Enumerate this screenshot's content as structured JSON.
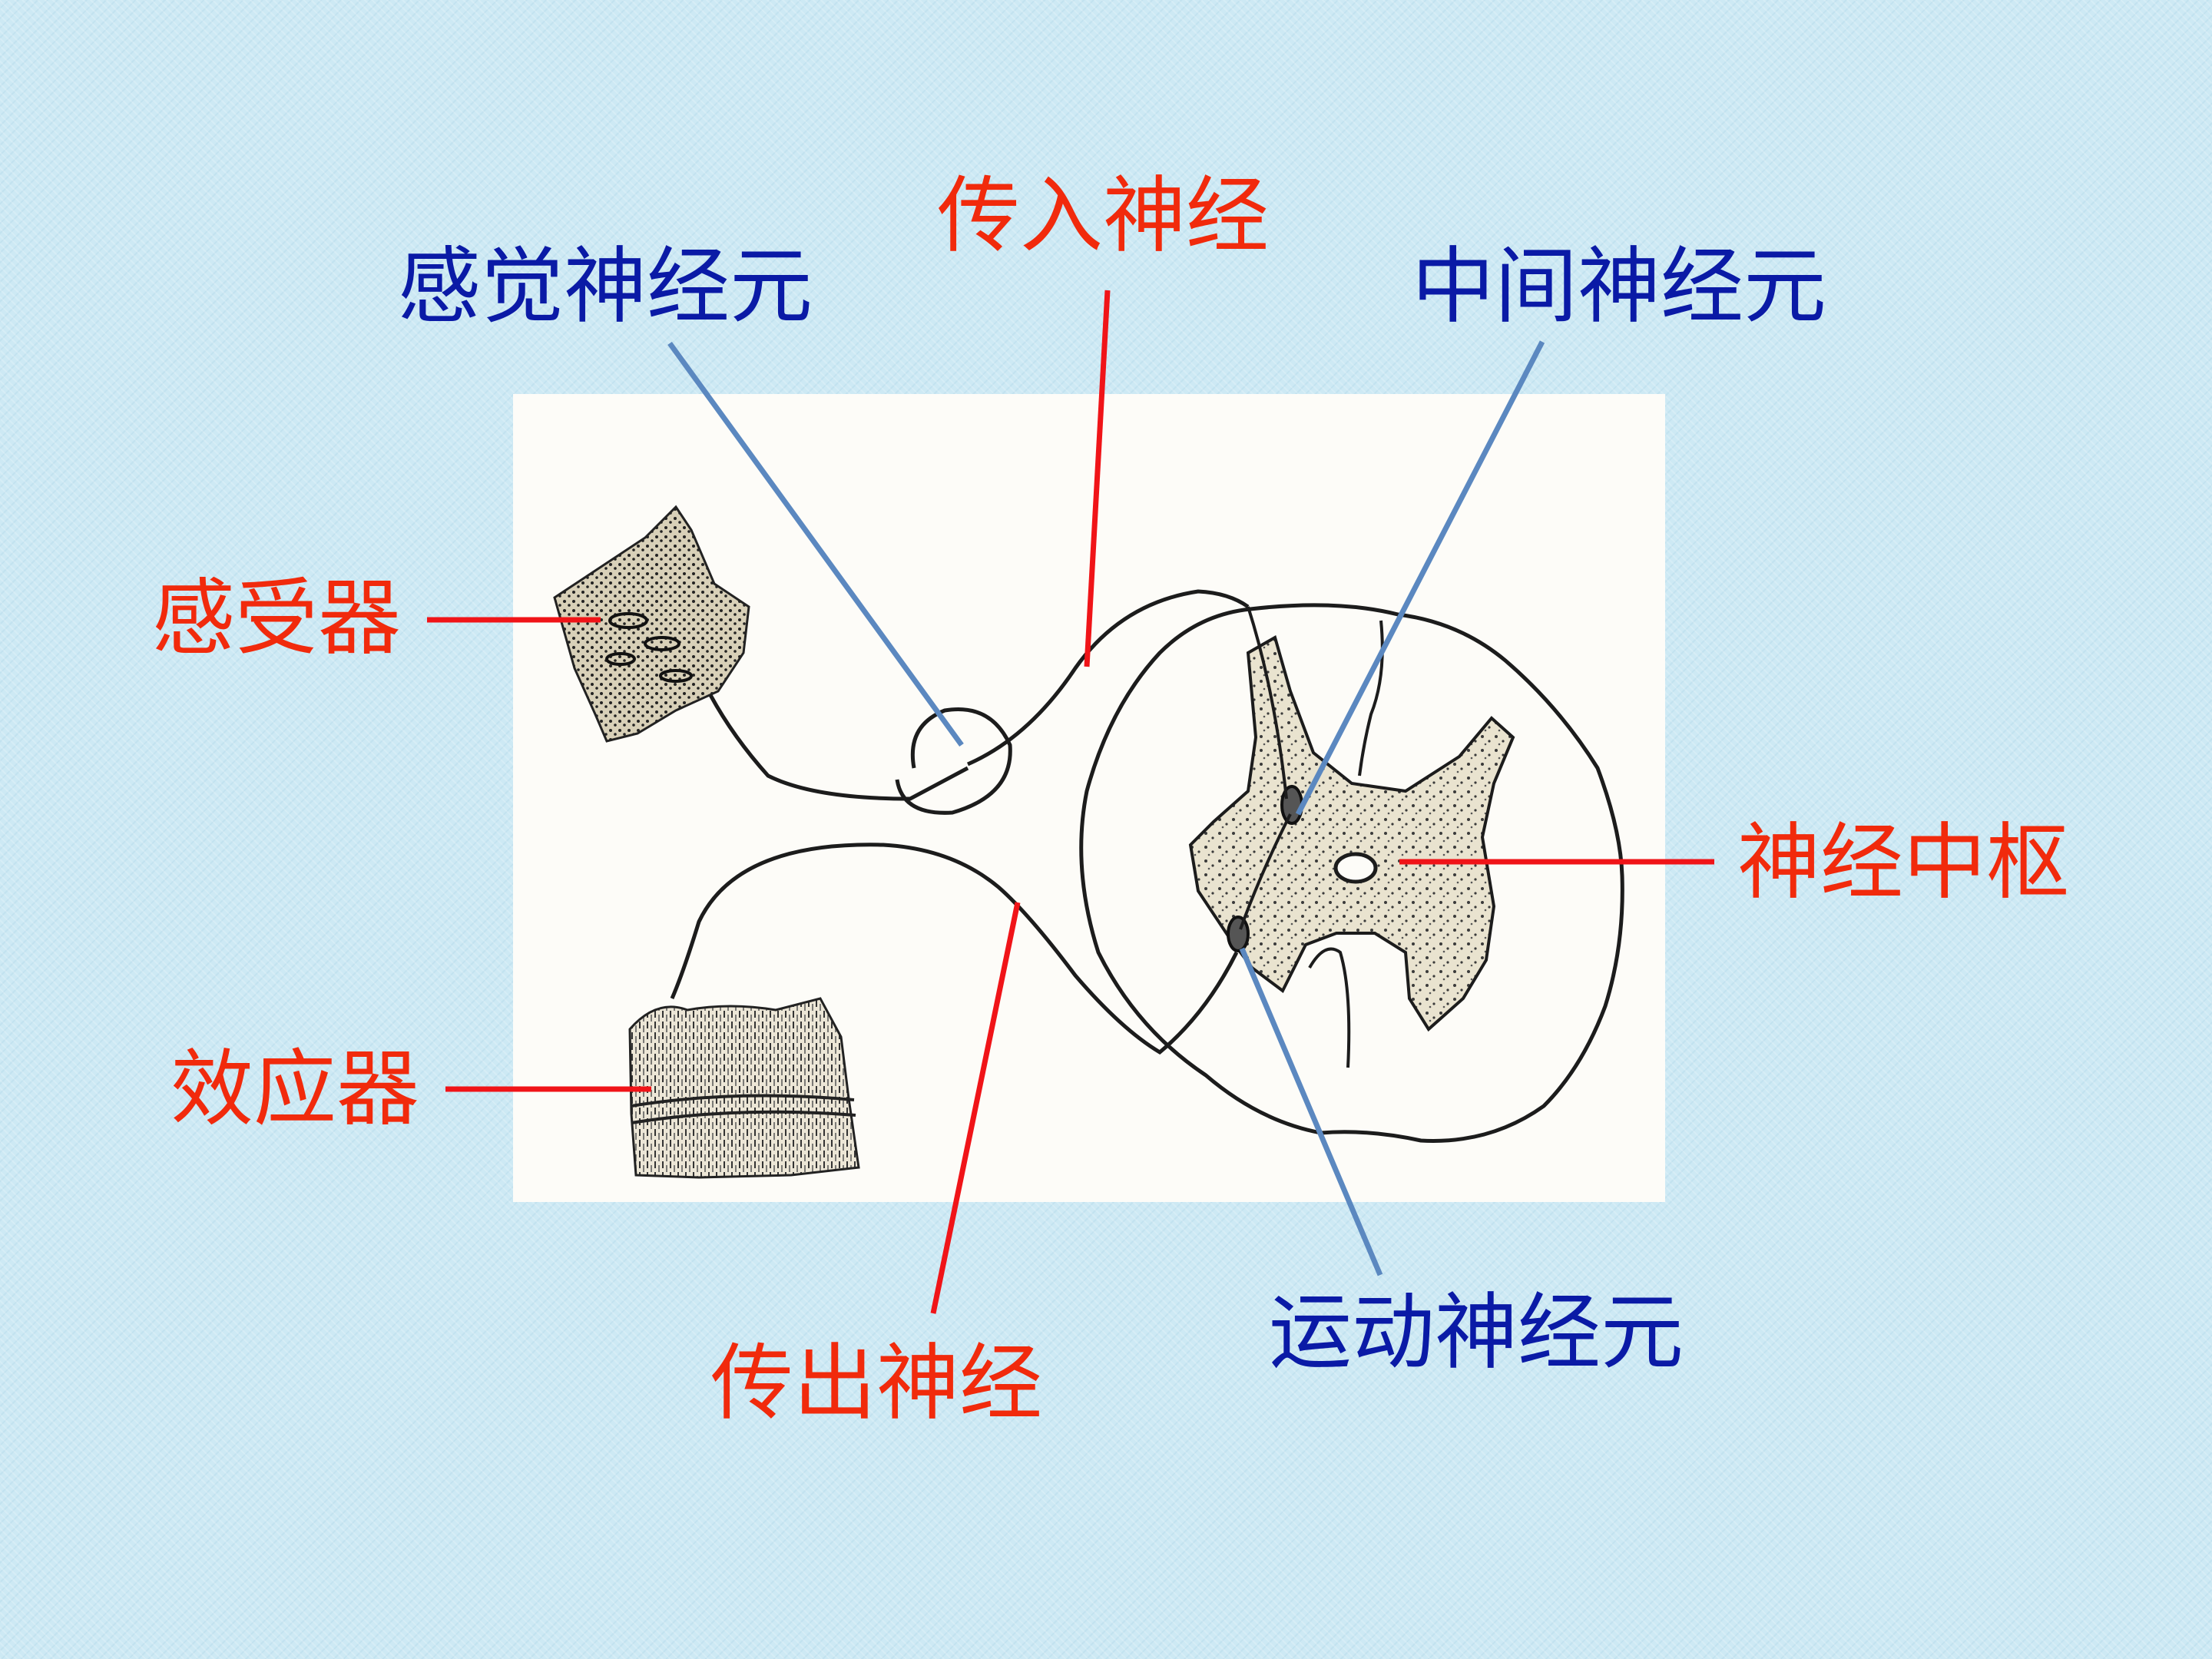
{
  "labels": {
    "sensory_neuron": "感觉神经元",
    "afferent_nerve": "传入神经",
    "interneuron": "中间神经元",
    "receptor": "感受器",
    "nerve_center": "神经中枢",
    "effector": "效应器",
    "efferent_nerve": "传出神经",
    "motor_neuron": "运动神经元"
  },
  "colors": {
    "background": "#cde9f4",
    "panel": "#fdfcf8",
    "red_label": "#f12a0c",
    "blue_label": "#0a1aa6",
    "red_leader": "#f01418",
    "blue_leader": "#5b88c0",
    "ink": "#1c1c1c",
    "stipple": "#e6dfcb"
  }
}
